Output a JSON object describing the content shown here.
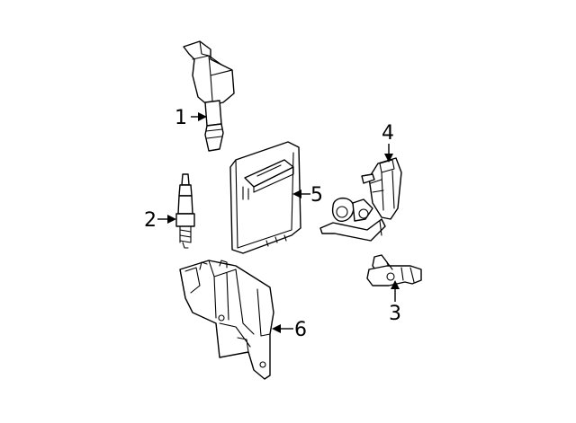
{
  "callouts": {
    "c1": "1",
    "c2": "2",
    "c3": "3",
    "c4": "4",
    "c5": "5",
    "c6": "6"
  },
  "colors": {
    "line": "#000000",
    "fill": "#ffffff",
    "background": "#ffffff"
  }
}
